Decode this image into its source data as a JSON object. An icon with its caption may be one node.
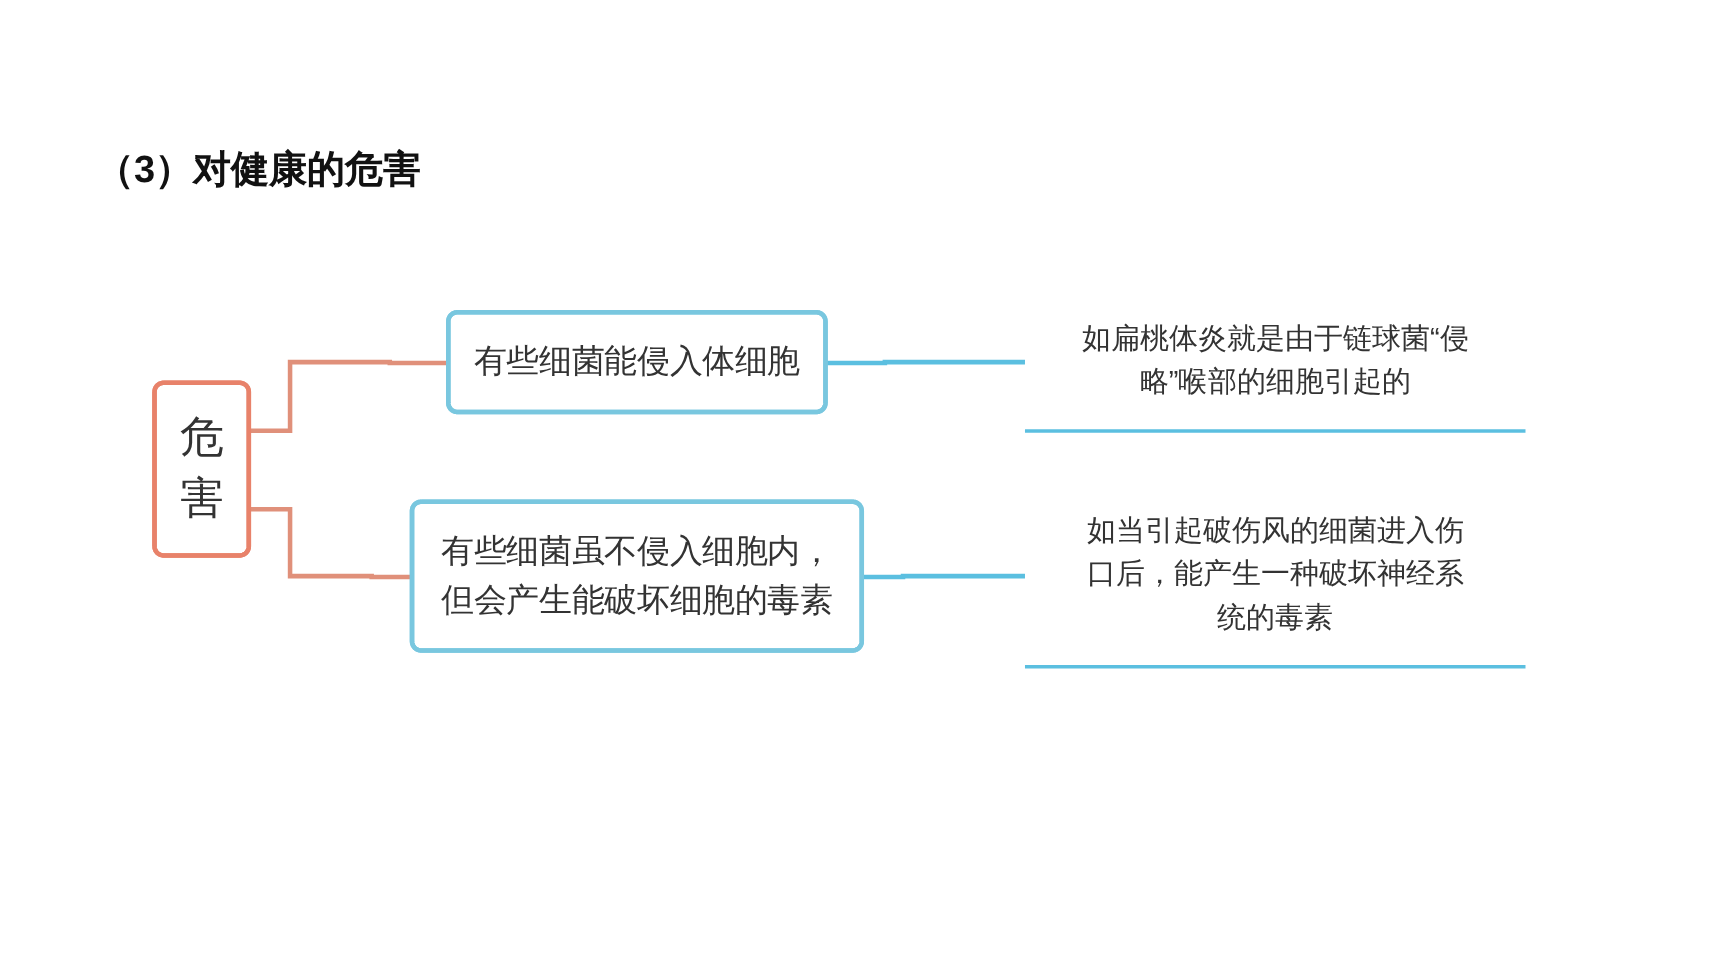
{
  "diagram": {
    "title": "（3）对健康的危害",
    "nodes": [
      {
        "text": [
          "危害"
        ]
      },
      {
        "text": [
          "有些细菌能侵入体细胞"
        ]
      },
      {
        "text": [
          "有些细菌虽不侵入细胞内，但会产生能破坏细胞的毒素"
        ]
      },
      {
        "text": [
          "如扁桃体炎就是由于链球菌“侵略”喉部的细胞引起的"
        ]
      },
      {
        "text": [
          "如当引起破伤风的细菌进入伤口后，能产生一种破坏神经系统的毒素"
        ]
      }
    ],
    "edges": [
      {
        "from": 0,
        "to": 1,
        "arrow": "none",
        "color": "#e0907a"
      },
      {
        "from": 0,
        "to": 2,
        "arrow": "none",
        "color": "#e0907a"
      },
      {
        "from": 1,
        "to": 3,
        "arrow": "none",
        "color": "#5bbfe0"
      },
      {
        "from": 2,
        "to": 4,
        "arrow": "none",
        "color": "#5bbfe0"
      }
    ]
  }
}
